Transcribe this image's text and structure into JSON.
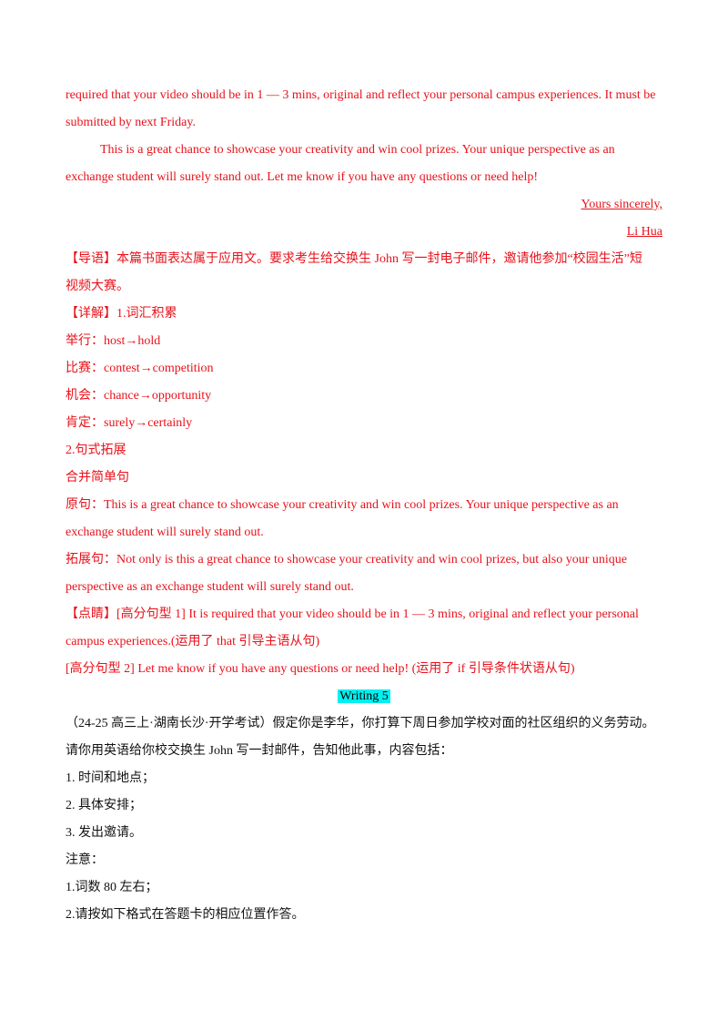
{
  "letter": {
    "line1": "required that your video should be in 1 — 3 mins, original and reflect your personal campus experiences. It must be",
    "line2": "submitted by next Friday.",
    "line3": "This is a great chance to showcase your creativity and win cool prizes. Your unique perspective as an",
    "line4": "exchange student will surely stand out. Let me know if you have any questions or need help!",
    "closing": "Yours sincerely,",
    "signature": "Li Hua"
  },
  "analysis": {
    "guide_line1": "【导语】本篇书面表达属于应用文。要求考生给交换生 John 写一封电子邮件，邀请他参加“校园生活”短",
    "guide_line2": "视频大赛。",
    "detail_heading": "【详解】1.词汇积累",
    "vocab": [
      "举行：host→hold",
      "比赛：contest→competition",
      "机会：chance→opportunity",
      "肯定：surely→certainly"
    ],
    "sentence_heading": "2.句式拓展",
    "combine_heading": "合并简单句",
    "original_line1": "原句：This is a great chance to showcase your creativity and win cool prizes. Your unique perspective as an",
    "original_line2": "exchange student will surely stand out.",
    "expanded_line1": "拓展句：Not only is this a great chance to showcase your creativity and win cool prizes, but also your unique",
    "expanded_line2": "perspective as an exchange student will surely stand out.",
    "highlight_line1": "【点睛】[高分句型 1] It is required that your video should be in 1 — 3 mins, original and reflect your personal",
    "highlight_line2": "campus experiences.(运用了 that 引导主语从句)",
    "highlight_line3": "[高分句型 2] Let me know if you have any questions or need help! (运用了 if 引导条件状语从句)"
  },
  "writing5": {
    "title": "Writing 5",
    "prompt_line1": "（24-25 高三上·湖南长沙·开学考试）假定你是李华，你打算下周日参加学校对面的社区组织的义务劳动。",
    "prompt_line2": "请你用英语给你校交换生 John 写一封邮件，告知他此事，内容包括：",
    "items": [
      "1.  时间和地点；",
      "2.  具体安排；",
      "3.  发出邀请。"
    ],
    "note_heading": "注意：",
    "notes": [
      "1.词数 80 左右；",
      "2.请按如下格式在答题卡的相应位置作答。"
    ]
  }
}
